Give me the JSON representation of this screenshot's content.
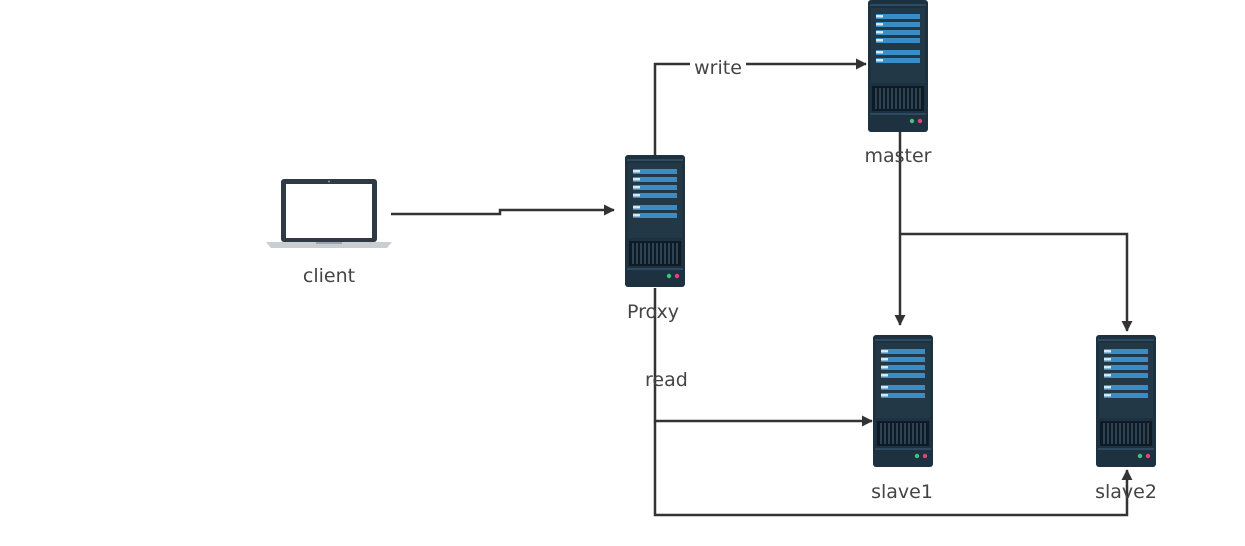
{
  "diagram": {
    "nodes": {
      "client": {
        "label": "client",
        "icon": "laptop-icon"
      },
      "proxy": {
        "label": "Proxy",
        "icon": "server-icon"
      },
      "master": {
        "label": "master",
        "icon": "server-icon"
      },
      "slave1": {
        "label": "slave1",
        "icon": "server-icon"
      },
      "slave2": {
        "label": "slave2",
        "icon": "server-icon"
      }
    },
    "edges": [
      {
        "from": "client",
        "to": "proxy",
        "label": ""
      },
      {
        "from": "proxy",
        "to": "master",
        "label": "write"
      },
      {
        "from": "master",
        "to": "slave1",
        "label": ""
      },
      {
        "from": "master",
        "to": "slave2",
        "label": ""
      },
      {
        "from": "proxy",
        "to": "slave1",
        "label": "read"
      },
      {
        "from": "proxy",
        "to": "slave2",
        "label": ""
      }
    ],
    "colors": {
      "server_body": "#1e3140",
      "server_slot": "#3a8cc4",
      "line": "#333333",
      "label": "#444444"
    }
  }
}
